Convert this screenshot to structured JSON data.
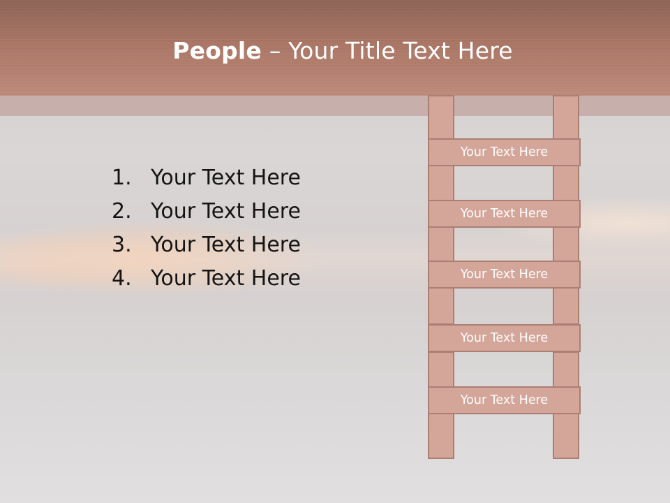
{
  "slide": {
    "title_bold": "People",
    "title_rest": " – Your Title Text Here",
    "list": [
      {
        "number": "1.",
        "text": "Your Text Here"
      },
      {
        "number": "2.",
        "text": "Your Text Here"
      },
      {
        "number": "3.",
        "text": "Your Text Here"
      },
      {
        "number": "4.",
        "text": "Your Text Here"
      }
    ],
    "ladder_rungs": [
      "Your Text Here",
      "Your Text Here",
      "Your Text Here",
      "Your Text Here",
      "Your Text Here"
    ]
  },
  "colors": {
    "header": "#a97565",
    "ladder_fill": "#d4a599",
    "ladder_border": "#ab7e74",
    "title_text": "#ffffff",
    "body_text": "#141414"
  }
}
